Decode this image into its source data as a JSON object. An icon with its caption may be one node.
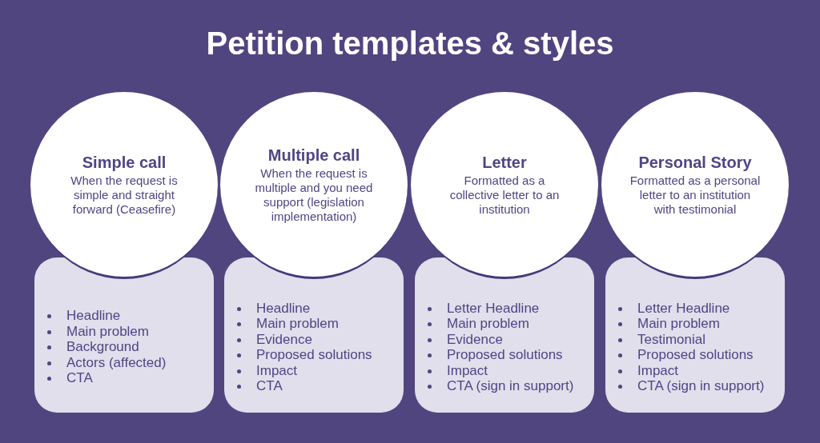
{
  "diagram": {
    "title": "Petition templates & styles",
    "nodes": [
      {
        "text": [
          "Simple call",
          "When the request is simple and straight forward (Ceasefire)"
        ]
      },
      {
        "text": [
          "Headline",
          "Main problem",
          "Background",
          "Actors (affected)",
          "CTA"
        ]
      },
      {
        "text": [
          "Multiple call",
          "When the request is multiple and you need support (legislation implementation)"
        ]
      },
      {
        "text": [
          "Headline",
          "Main problem",
          "Evidence",
          "Proposed solutions",
          "Impact",
          "CTA"
        ]
      },
      {
        "text": [
          "Letter",
          "Formatted as a collective letter to an institution"
        ]
      },
      {
        "text": [
          "Letter Headline",
          "Main problem",
          "Evidence",
          "Proposed solutions",
          "Impact",
          "CTA (sign in support)"
        ]
      },
      {
        "text": [
          "Personal Story",
          "Formatted as a personal letter to an institution with testimonial"
        ]
      },
      {
        "text": [
          "Letter Headline",
          "Main problem",
          "Testimonial",
          "Proposed solutions",
          "Impact",
          "CTA (sign in support)"
        ]
      }
    ]
  }
}
